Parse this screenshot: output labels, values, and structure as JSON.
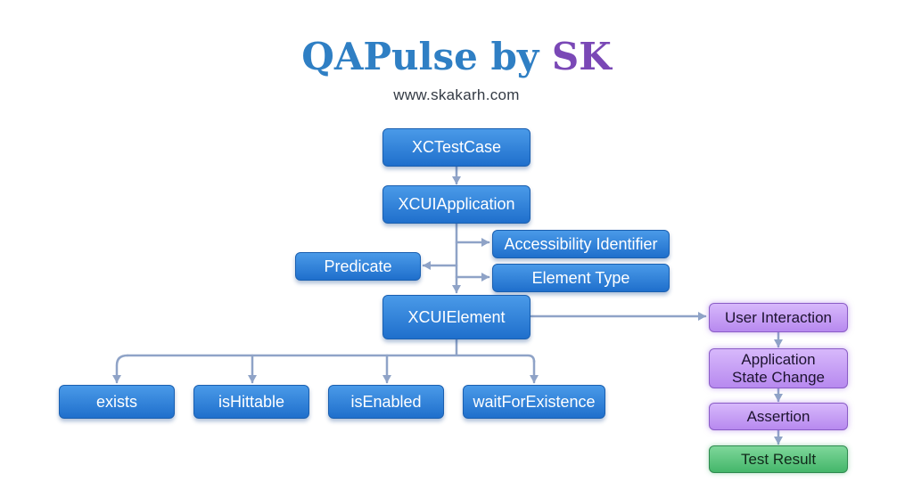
{
  "header": {
    "title_part1": "QAPulse by",
    "title_part2": "SK",
    "website": "www.skakarh.com"
  },
  "colors": {
    "title_blue": "#2f7fc4",
    "title_purple": "#7a48b6",
    "node_blue": "#2a7fdb",
    "node_purple": "#c9a3f5",
    "node_green": "#5cc77f",
    "connector": "#8fa3c7"
  },
  "diagram": {
    "nodes": {
      "xctestcase": "XCTestCase",
      "xcuiapplication": "XCUIApplication",
      "accessibility_identifier": "Accessibility Identifier",
      "predicate": "Predicate",
      "element_type": "Element Type",
      "xcuielement": "XCUIElement",
      "exists": "exists",
      "ishittable": "isHittable",
      "isenabled": "isEnabled",
      "waitforexistence": "waitForExistence",
      "user_interaction": "User Interaction",
      "state_change_line1": "Application",
      "state_change_line2": "State Change",
      "assertion": "Assertion",
      "test_result": "Test Result"
    },
    "edges": [
      {
        "from": "XCTestCase",
        "to": "XCUIApplication"
      },
      {
        "from": "XCUIApplication",
        "to": "Accessibility Identifier"
      },
      {
        "from": "XCUIApplication",
        "to": "Predicate"
      },
      {
        "from": "XCUIApplication",
        "to": "Element Type"
      },
      {
        "from": "XCUIApplication",
        "to": "XCUIElement"
      },
      {
        "from": "XCUIElement",
        "to": "exists"
      },
      {
        "from": "XCUIElement",
        "to": "isHittable"
      },
      {
        "from": "XCUIElement",
        "to": "isEnabled"
      },
      {
        "from": "XCUIElement",
        "to": "waitForExistence"
      },
      {
        "from": "XCUIElement",
        "to": "User Interaction"
      },
      {
        "from": "User Interaction",
        "to": "Application State Change"
      },
      {
        "from": "Application State Change",
        "to": "Assertion"
      },
      {
        "from": "Assertion",
        "to": "Test Result"
      }
    ]
  }
}
